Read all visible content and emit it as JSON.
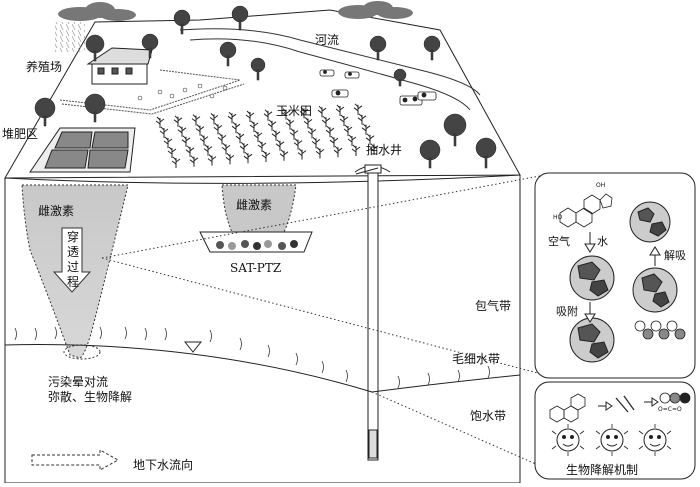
{
  "labels": {
    "farm": "养殖场",
    "river": "河流",
    "corn_field": "玉米田",
    "compost": "堆肥区",
    "well": "抽水井",
    "estrogen_left": "雌激素",
    "estrogen_mid": "雌激素",
    "penetration": "穿透过程",
    "sat_ptz": "SAT-PTZ",
    "vadose_zone": "包气带",
    "capillary_zone": "毛细水带",
    "saturated_zone": "饱水带",
    "plume": "污染晕对流\n弥散、生物降解",
    "gw_flow": "地下水流向"
  },
  "panel_top": {
    "air": "空气",
    "water": "水",
    "desorption": "解吸",
    "adsorption": "吸附"
  },
  "panel_bottom": {
    "title": "生物降解机制",
    "co2": "O=C=O"
  },
  "chem": {
    "oh": "OH",
    "ho": "HO"
  }
}
